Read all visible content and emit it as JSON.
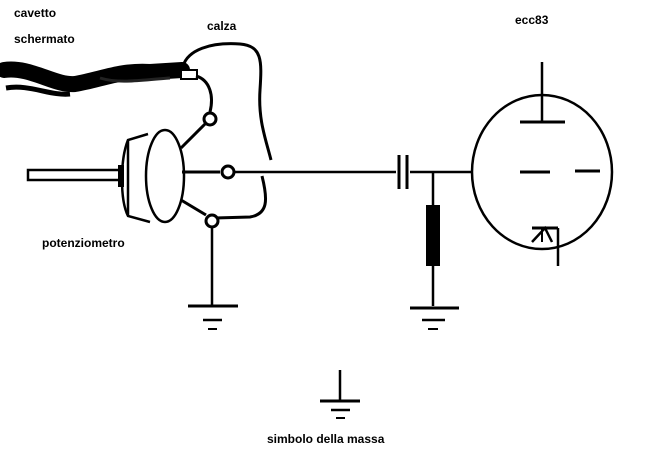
{
  "labels": {
    "shielded_cable_line1": "cavetto",
    "shielded_cable_line2": "schermato",
    "shield": "calza",
    "tube": "ecc83",
    "potentiometer": "potenziometro",
    "ground_symbol": "simbolo della massa"
  },
  "colors": {
    "ink": "#000000",
    "background": "#ffffff"
  }
}
